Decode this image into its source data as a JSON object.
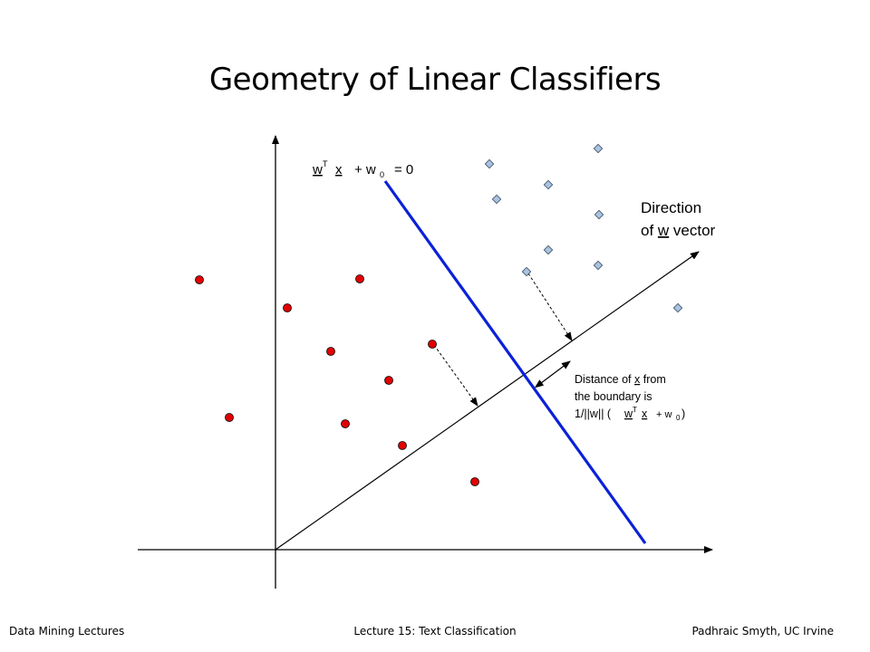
{
  "title": "Geometry of Linear Classifiers",
  "footer": {
    "left": "Data Mining Lectures",
    "center": "Lecture 15: Text Classification",
    "right": "Padhraic Smyth, UC Irvine"
  },
  "equation": {
    "w": "w",
    "sup_t": "T",
    "x": "x",
    "plus_w": "+ w",
    "sub_0": "0",
    "equals_zero": "= 0"
  },
  "direction_label": {
    "line1": "Direction",
    "line2_pre": "of ",
    "line2_w": "w",
    "line2_post": " vector"
  },
  "distance_note": {
    "line1_pre": "Distance of ",
    "line1_x": "x",
    "line1_post": " from",
    "line2": "the boundary is",
    "line3_a": "1/||w|| (",
    "line3_w": "w",
    "line3_t": "T",
    "line3_x": "x",
    "line3_plus": "+ w",
    "line3_0": "0",
    "line3_close": " )"
  },
  "colors": {
    "boundary": "#0b21d8",
    "class_circle": "#e30000",
    "class_diamond": "#a9c4e0",
    "axis": "#000000"
  },
  "icons": {
    "circle_point": "red-circle",
    "diamond_point": "blue-diamond"
  }
}
